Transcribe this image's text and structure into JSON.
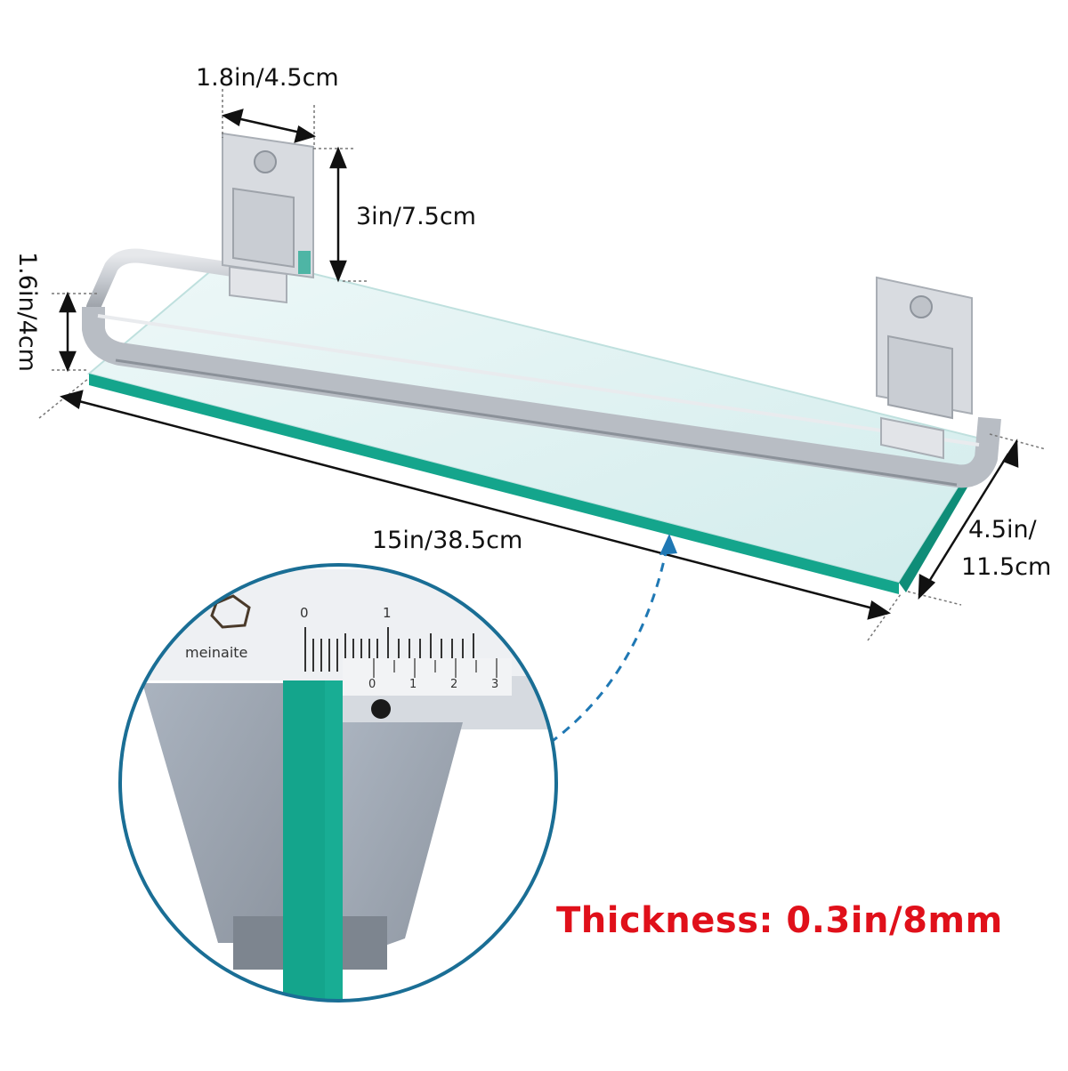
{
  "product": {
    "name": "Glass bathroom shelf with aluminum rail",
    "colors": {
      "glass_edge": "#14a58c",
      "glass_top": "#dff2f2",
      "metal": "#c9cdd3",
      "metal_dark": "#9ea3aa",
      "dimension_line": "#111111",
      "callout_circle": "#1a6e95",
      "callout_arrow": "#1f78b4",
      "highlight_text": "#e0101a"
    }
  },
  "dimensions": {
    "bracket_width": "1.8in/4.5cm",
    "bracket_height": "3in/7.5cm",
    "rail_height": "1.6in/4cm",
    "length": "15in/38.5cm",
    "depth_line1": "4.5in/",
    "depth_line2": "11.5cm"
  },
  "callout": {
    "brand": "meinaite",
    "main_scale": [
      "0",
      "1"
    ],
    "vernier_scale": [
      "0",
      "1",
      "2",
      "3"
    ],
    "thickness_label": "Thickness: 0.3in/8mm"
  }
}
